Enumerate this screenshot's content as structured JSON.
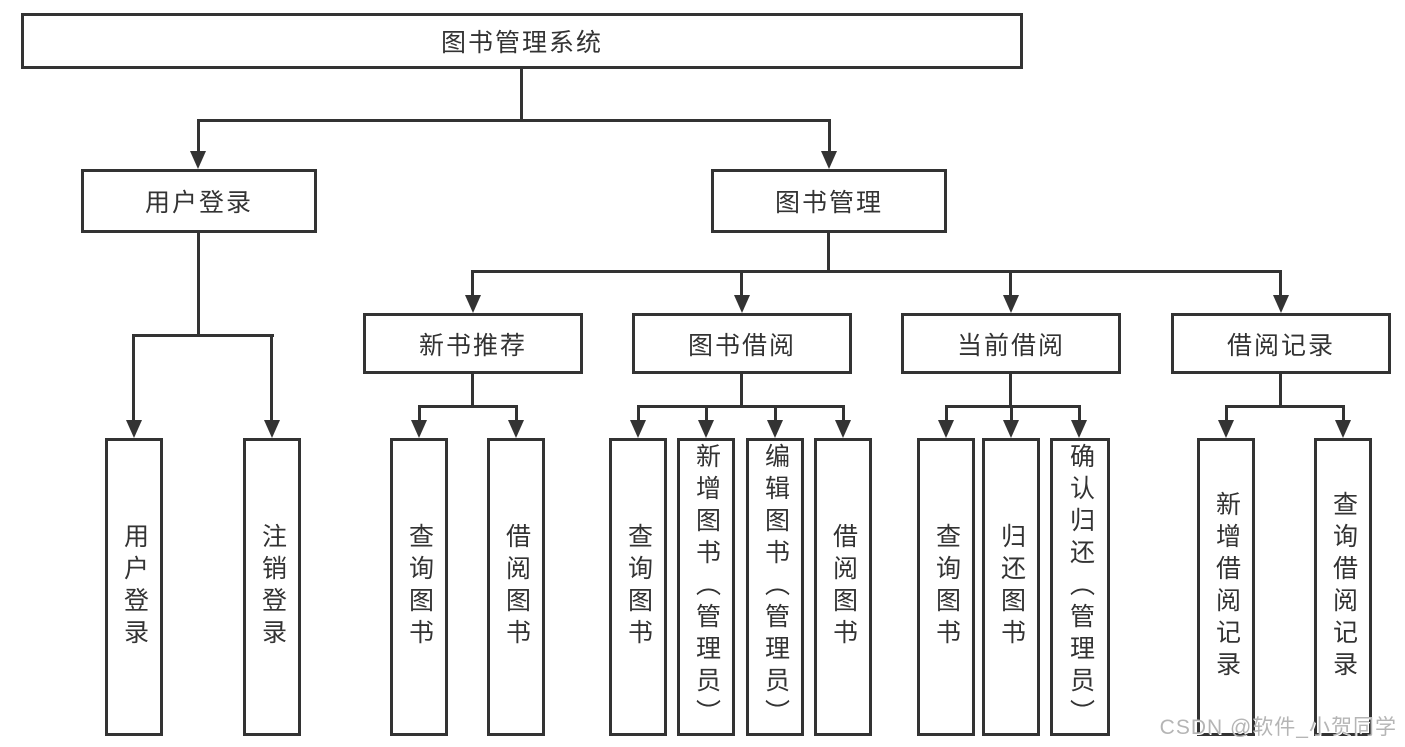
{
  "diagram": {
    "type": "tree",
    "title": "图书管理系统",
    "hierarchy": [
      {
        "label": "用户登录",
        "children": [
          "用户登录",
          "注销登录"
        ]
      },
      {
        "label": "图书管理",
        "children": [
          {
            "label": "新书推荐",
            "children": [
              "查询图书",
              "借阅图书"
            ]
          },
          {
            "label": "图书借阅",
            "children": [
              "查询图书",
              "新增图书（管理员）",
              "编辑图书（管理员）",
              "借阅图书"
            ]
          },
          {
            "label": "当前借阅",
            "children": [
              "查询图书",
              "归还图书",
              "确认归还（管理员）"
            ]
          },
          {
            "label": "借阅记录",
            "children": [
              "新增借阅记录",
              "查询借阅记录"
            ]
          }
        ]
      }
    ]
  },
  "nodes": {
    "root": "图书管理系统",
    "l2": [
      "用户登录",
      "图书管理"
    ],
    "l3": [
      "新书推荐",
      "图书借阅",
      "当前借阅",
      "借阅记录"
    ],
    "l4": [
      "用户登录",
      "注销登录",
      "查询图书",
      "借阅图书",
      "查询图书",
      "新增图书（管理员）",
      "编辑图书（管理员）",
      "借阅图书",
      "查询图书",
      "归还图书",
      "确认归还（管理员）",
      "新增借阅记录",
      "查询借阅记录"
    ]
  },
  "watermark": "CSDN @软件_小贺同学",
  "colors": {
    "line": "#333333",
    "box_border": "#333333",
    "box_background": "#ffffff",
    "text": "#333333",
    "watermark": "#b5b5b5"
  }
}
